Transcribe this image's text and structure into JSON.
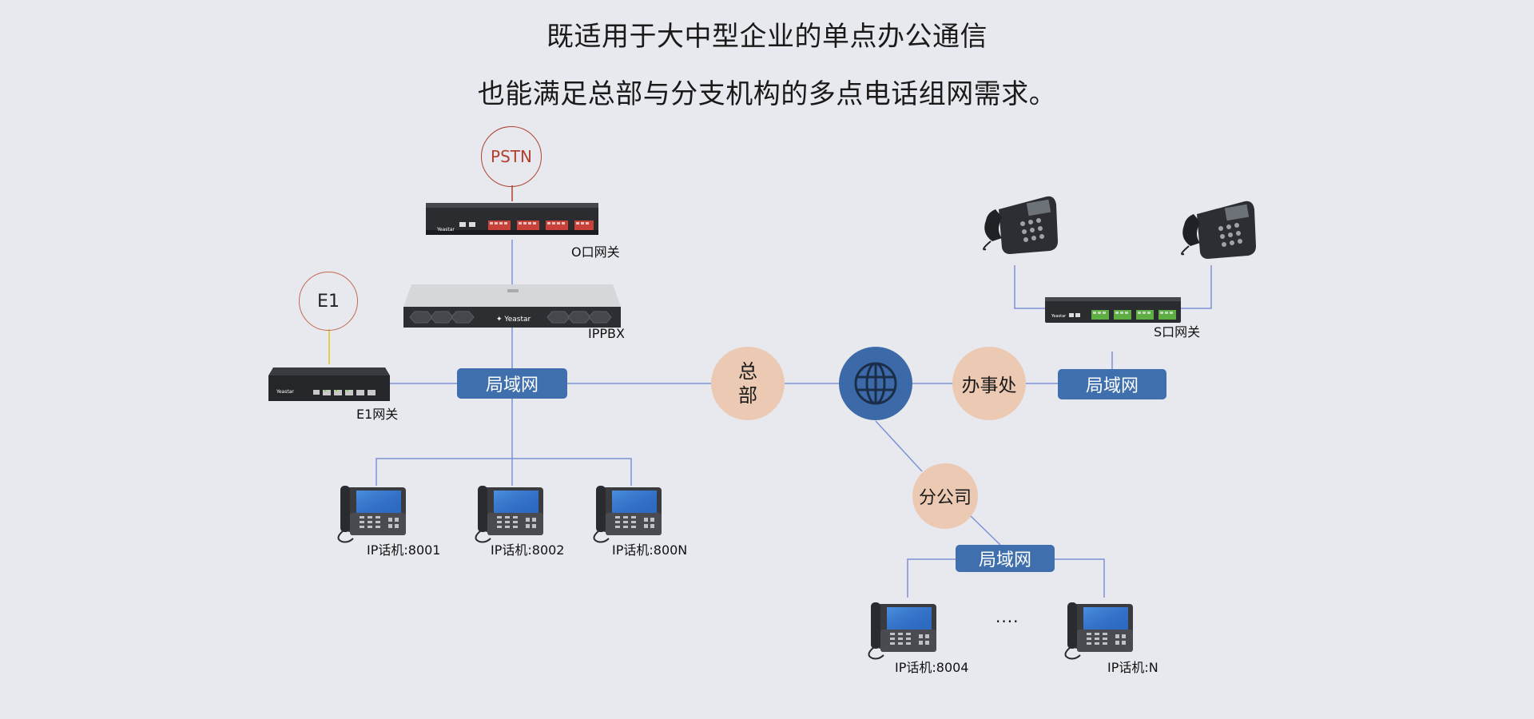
{
  "title": {
    "line1": "既适用于大中型企业的单点办公通信",
    "line2": "也能满足总部与分支机构的多点电话组网需求。"
  },
  "nodes": {
    "pstn": "PSTN",
    "e1": "E1",
    "hq": "总\n部",
    "office": "办事处",
    "branch": "分公司",
    "lan_hq": "局域网",
    "lan_office": "局域网",
    "lan_branch": "局域网"
  },
  "devices": {
    "o_gateway": "O口网关",
    "ippbx": "IPPBX",
    "e1_gateway": "E1网关",
    "s_gateway": "S口网关",
    "brand": "Yeastar"
  },
  "phones": {
    "p8001": "IP话机:8001",
    "p8002": "IP话机:8002",
    "p800n": "IP话机:800N",
    "p8004": "IP话机:8004",
    "pn": "IP话机:N",
    "ellipsis": "····"
  },
  "colors": {
    "line": "#7a93d6",
    "lan": "#3f6fad",
    "peach": "#ecc9b2",
    "pstn_ring": "#b0412e",
    "e1_ring": "#c06a4c",
    "e1_link": "#e0c419",
    "pstn_link": "#b0412e"
  },
  "icons": [
    "globe-icon",
    "gateway-device",
    "server-device",
    "ip-phone-icon",
    "desk-phone-icon"
  ]
}
